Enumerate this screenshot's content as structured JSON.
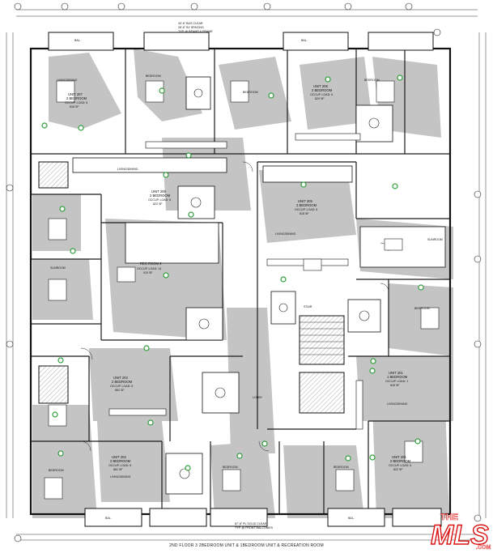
{
  "drawing": {
    "caption": "2ND FLOOR  3 2BEDROOM UNIT  & 1BEDROOM UNIT & RECREATION ROOM",
    "top_dimension_labels": [
      "43'-6\" BUS CLEAR",
      "28'-6\" BY SPACING",
      "TYP. @ BEAMS & FRAME"
    ],
    "bottom_dimension_labels": [
      "87'-6\" PL SOLID CLEAR",
      "TYP. @ FRONT BALCONIES"
    ],
    "rooms": [
      {
        "id": "unit207",
        "title": "UNIT 207",
        "sub1": "2 BEDROOM",
        "sub2": "OCCUP. LOAD: 6",
        "area": "818 SF"
      },
      {
        "id": "unit208",
        "title": "UNIT 208",
        "sub1": "2 BEDROOM",
        "sub2": "OCCUP. LOAD: 6",
        "area": "820 SF"
      },
      {
        "id": "unit206",
        "title": "UNIT 206",
        "sub1": "2 BEDROOM",
        "sub2": "OCCUP. LOAD: 6",
        "area": "822 SF"
      },
      {
        "id": "unit205",
        "title": "UNIT 205",
        "sub1": "2 BEDROOM",
        "sub2": "OCCUP. LOAD: 6",
        "area": "818 SF"
      },
      {
        "id": "rec",
        "title": "REC ROOM 2",
        "sub1": "",
        "sub2": "OCCUP. LOAD: 14",
        "area": "910 SF"
      },
      {
        "id": "unit203",
        "title": "UNIT 203",
        "sub1": "2 BEDROOM",
        "sub2": "OCCUP. LOAD: 6",
        "area": "851 SF"
      },
      {
        "id": "unit201",
        "title": "UNIT 201",
        "sub1": "1 BEDROOM",
        "sub2": "OCCUP. LOAD: 1",
        "area": "815 SF"
      },
      {
        "id": "unit202",
        "title": "UNIT 202",
        "sub1": "2 BEDROOM",
        "sub2": "OCCUP. LOAD: 6",
        "area": "861 SF"
      },
      {
        "id": "unit201b",
        "title": "UNIT 201",
        "sub1": "2 BEDROOM",
        "sub2": "OCCUP. LOAD: 6",
        "area": "822 SF"
      }
    ],
    "space_labels": {
      "living_dining": "LIVING/DINING",
      "bedroom": "BEDROOM",
      "bedroom_2": "BEDROOM 2",
      "sunroom": "SUNROOM",
      "stair": "STAIR",
      "lobby": "LOBBY",
      "balcony": "BAL."
    }
  },
  "logo": {
    "line1": "THE",
    "line2": "MLS",
    "suffix": ".COM"
  },
  "colors": {
    "wall": "#1a1a1a",
    "shadow": "#bdbdbd",
    "green": "#2e9e3a",
    "bg": "#ffffff"
  }
}
